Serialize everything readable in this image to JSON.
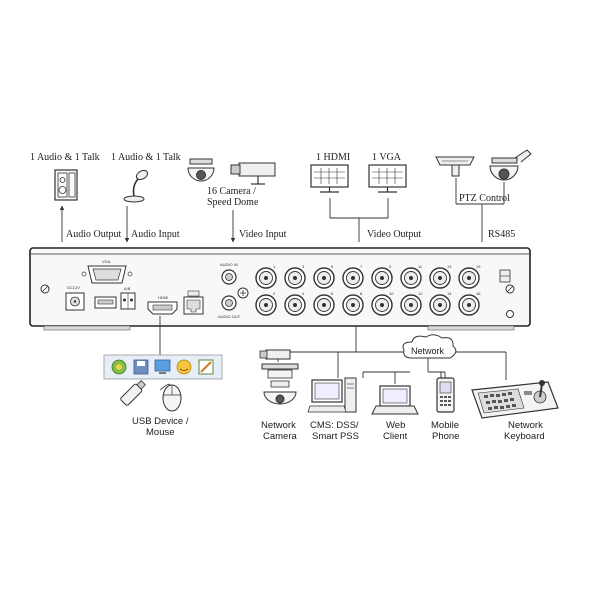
{
  "top_devices": {
    "audio_talk_out": "1 Audio & 1 Talk",
    "audio_talk_in": "1 Audio & 1 Talk",
    "camera_line1": "16 Camera /",
    "camera_line2": "Speed Dome",
    "hdmi": "1 HDMI",
    "vga": "1 VGA",
    "ptz_control": "PTZ Control"
  },
  "connections": {
    "audio_output": "Audio  Output",
    "audio_input": "Audio  Input",
    "video_input": "Video Input",
    "video_output": "Video Output",
    "rs485": "RS485"
  },
  "panel": {
    "vga_port": "VGA",
    "power_port": "DC12V",
    "ab_port": "A/B",
    "hdmi_port": "HDMI",
    "audio_in": "AUDIO IN",
    "audio_out": "AUDIO OUT",
    "bnc_top_numbers": [
      "1",
      "3",
      "5",
      "7",
      "9",
      "11",
      "13",
      "15"
    ],
    "bnc_bottom_numbers": [
      "2",
      "4",
      "6",
      "8",
      "10",
      "12",
      "14",
      "16"
    ]
  },
  "bottom_devices": {
    "usb_line1": "USB Device /",
    "usb_line2": "Mouse",
    "network": "Network",
    "network_camera_line1": "Network",
    "network_camera_line2": "Camera",
    "cms_line1": "CMS: DSS/",
    "cms_line2": "Smart PSS",
    "web_line1": "Web",
    "web_line2": "Client",
    "mobile_line1": "Mobile",
    "mobile_line2": "Phone",
    "keyboard_line1": "Network",
    "keyboard_line2": "Keyboard"
  }
}
